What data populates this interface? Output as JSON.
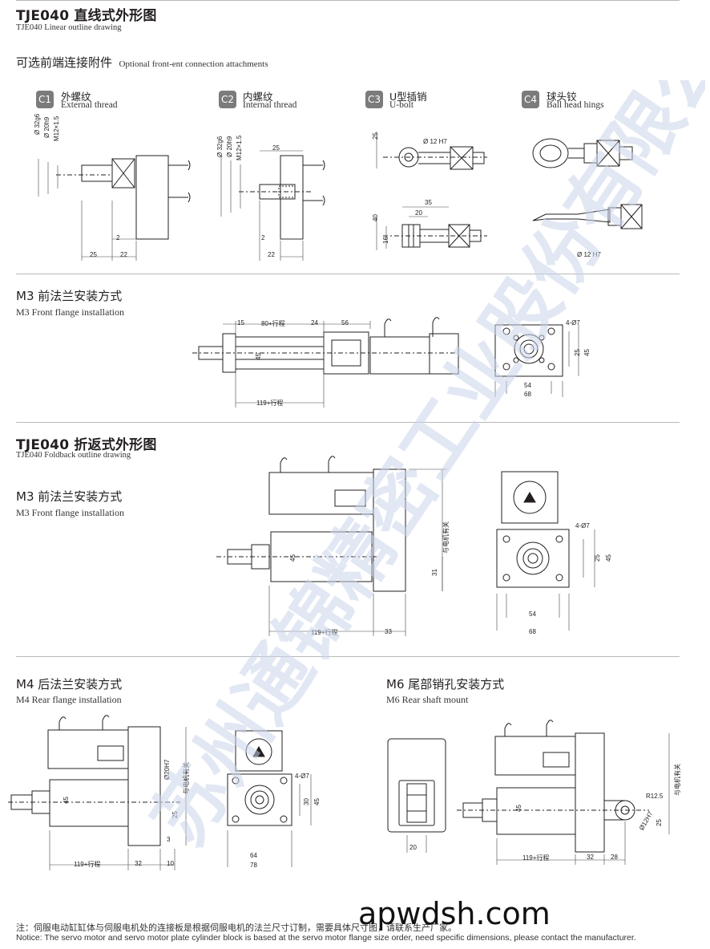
{
  "linear": {
    "title": "TJE040 直线式外形图",
    "subtitle": "TJE040 Linear outline drawing",
    "attachments_cn": "可选前端连接附件",
    "attachments_en": "Optional front-ent connection attachments",
    "c1": {
      "badge": "C1",
      "cn": "外螺纹",
      "en": "External thread",
      "d1": "Ø 32g6",
      "d2": "Ø 20h9",
      "d3": "M12×1.5",
      "dim_a": "2",
      "dim_b": "25",
      "dim_c": "22"
    },
    "c2": {
      "badge": "C2",
      "cn": "内螺纹",
      "en": "Internal thread",
      "d1": "Ø 32g6",
      "d2": "Ø 20h9",
      "d3": "M12×1.5",
      "dim_top": "25",
      "dim_a": "2",
      "dim_c": "22"
    },
    "c3": {
      "badge": "C3",
      "cn": "U型插销",
      "en": "U-bolt",
      "hole": "Ø 12 H7",
      "h1": "25",
      "d35": "35",
      "d20": "20",
      "h40": "40",
      "h16": "16"
    },
    "c4": {
      "badge": "C4",
      "cn": "球头铰",
      "en": "Ball head hings",
      "hole": "Ø 12 H7"
    },
    "m3": {
      "cn": "M3 前法兰安装方式",
      "en": "M3 Front flange installation",
      "d15": "15",
      "d80": "80+行程",
      "d24": "24",
      "d56": "56",
      "d45": "45",
      "d119": "119+行程",
      "holes": "4-Ø7",
      "h25": "25",
      "h45": "45",
      "w54": "54",
      "w68": "68"
    }
  },
  "foldback": {
    "title": "TJE040 折返式外形图",
    "subtitle": "TJE040 Foldback outline drawing",
    "m3": {
      "cn": "M3 前法兰安装方式",
      "en": "M3 Front flange installation",
      "d45": "45",
      "d31": "31",
      "motor": "与电机有关",
      "d119": "119+行程",
      "d33": "33",
      "holes": "4-Ø7",
      "h25": "25",
      "h45": "45",
      "w54": "54",
      "w68": "68"
    },
    "m4": {
      "cn": "M4 后法兰安装方式",
      "en": "M4 Rear flange installation",
      "d20h7": "Ø20H7",
      "motor": "与电机有关",
      "d45": "45",
      "d25": "25",
      "d3": "3",
      "d119": "119+行程",
      "d32": "32",
      "d10": "10",
      "holes": "4-Ø7",
      "h30": "30",
      "h45": "45",
      "w64": "64",
      "w78": "78"
    },
    "m6": {
      "cn": "M6 尾部销孔安装方式",
      "en": "M6 Rear shaft mount",
      "w20": "20",
      "d45": "45",
      "r": "R12.5",
      "d12h7": "Ø12H7",
      "d25": "25",
      "motor": "与电机有关",
      "d119": "119+行程",
      "d32": "32",
      "d28": "28"
    }
  },
  "watermark": "苏州通锦精密工业股份有限公司",
  "brand": "apwdsh.com",
  "note_cn": "注：伺服电动缸缸体与伺服电机处的连接板是根据伺服电机的法兰尺寸订制，需要具体尺寸图，请联系生产厂家。",
  "note_en": "Notice: The servo motor and servo motor plate cylinder block is based at the servo motor flange size order, need specific dimensions,  please contact the manufacturer.",
  "colors": {
    "line": "#231f20",
    "dim": "#444444",
    "badge": "#7b7b7b",
    "watermark": "#c9d3ea",
    "rule": "#b9b9b9"
  }
}
